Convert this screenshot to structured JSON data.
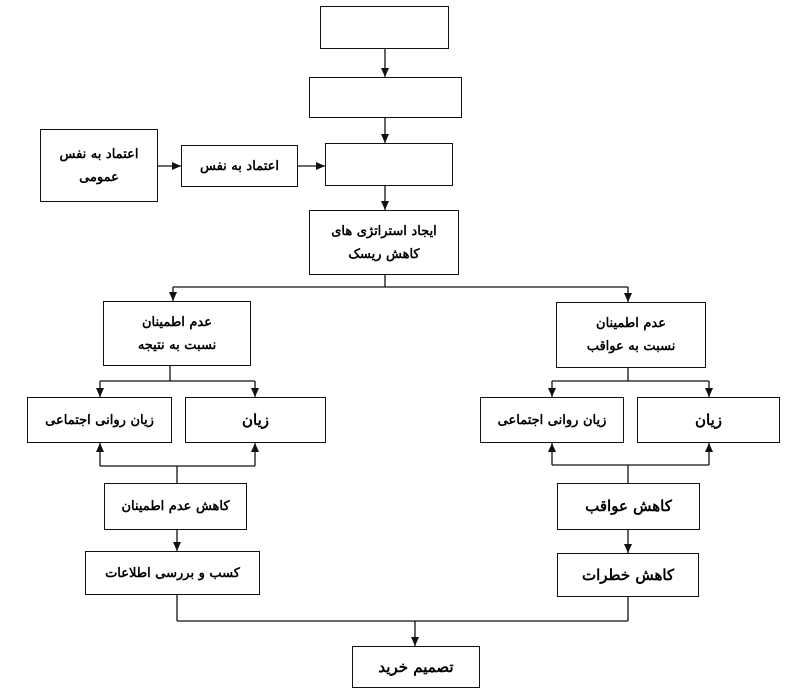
{
  "nodes": {
    "top_box": {
      "lines": [
        "-"
      ]
    },
    "second_box": {
      "lines": [
        "-"
      ]
    },
    "third_box": {
      "lines": [
        "-"
      ]
    },
    "self_confidence_general": {
      "lines": [
        "اعتماد به نفس",
        "عمومی"
      ]
    },
    "self_confidence": {
      "lines": [
        "اعتماد به نفس"
      ]
    },
    "risk_strategies": {
      "lines": [
        "ایجاد استراتژی های",
        "کاهش ریسک"
      ]
    },
    "uncertainty_outcome": {
      "lines": [
        "عدم اطمینان",
        "نسبت به نتیجه"
      ]
    },
    "uncertainty_consequences": {
      "lines": [
        "عدم اطمینان",
        "نسبت به عواقب"
      ]
    },
    "psychosocial_loss_left": {
      "lines": [
        "زیان روانی اجتماعی"
      ]
    },
    "loss_left": {
      "lines": [
        "زیان"
      ]
    },
    "psychosocial_loss_right": {
      "lines": [
        "زیان روانی اجتماعی"
      ]
    },
    "loss_right": {
      "lines": [
        "زیان"
      ]
    },
    "reduce_uncertainty": {
      "lines": [
        "کاهش عدم اطمینان"
      ]
    },
    "reduce_consequences": {
      "lines": [
        "کاهش عواقب"
      ]
    },
    "info_gathering": {
      "lines": [
        "کسب و بررسی اطلاعات"
      ]
    },
    "reduce_risks": {
      "lines": [
        "کاهش خطرات"
      ]
    },
    "purchase_decision": {
      "lines": [
        "تصمیم خرید"
      ]
    }
  },
  "colors": {
    "stroke": "#111111",
    "fill": "#ffffff",
    "text": "#000000"
  }
}
